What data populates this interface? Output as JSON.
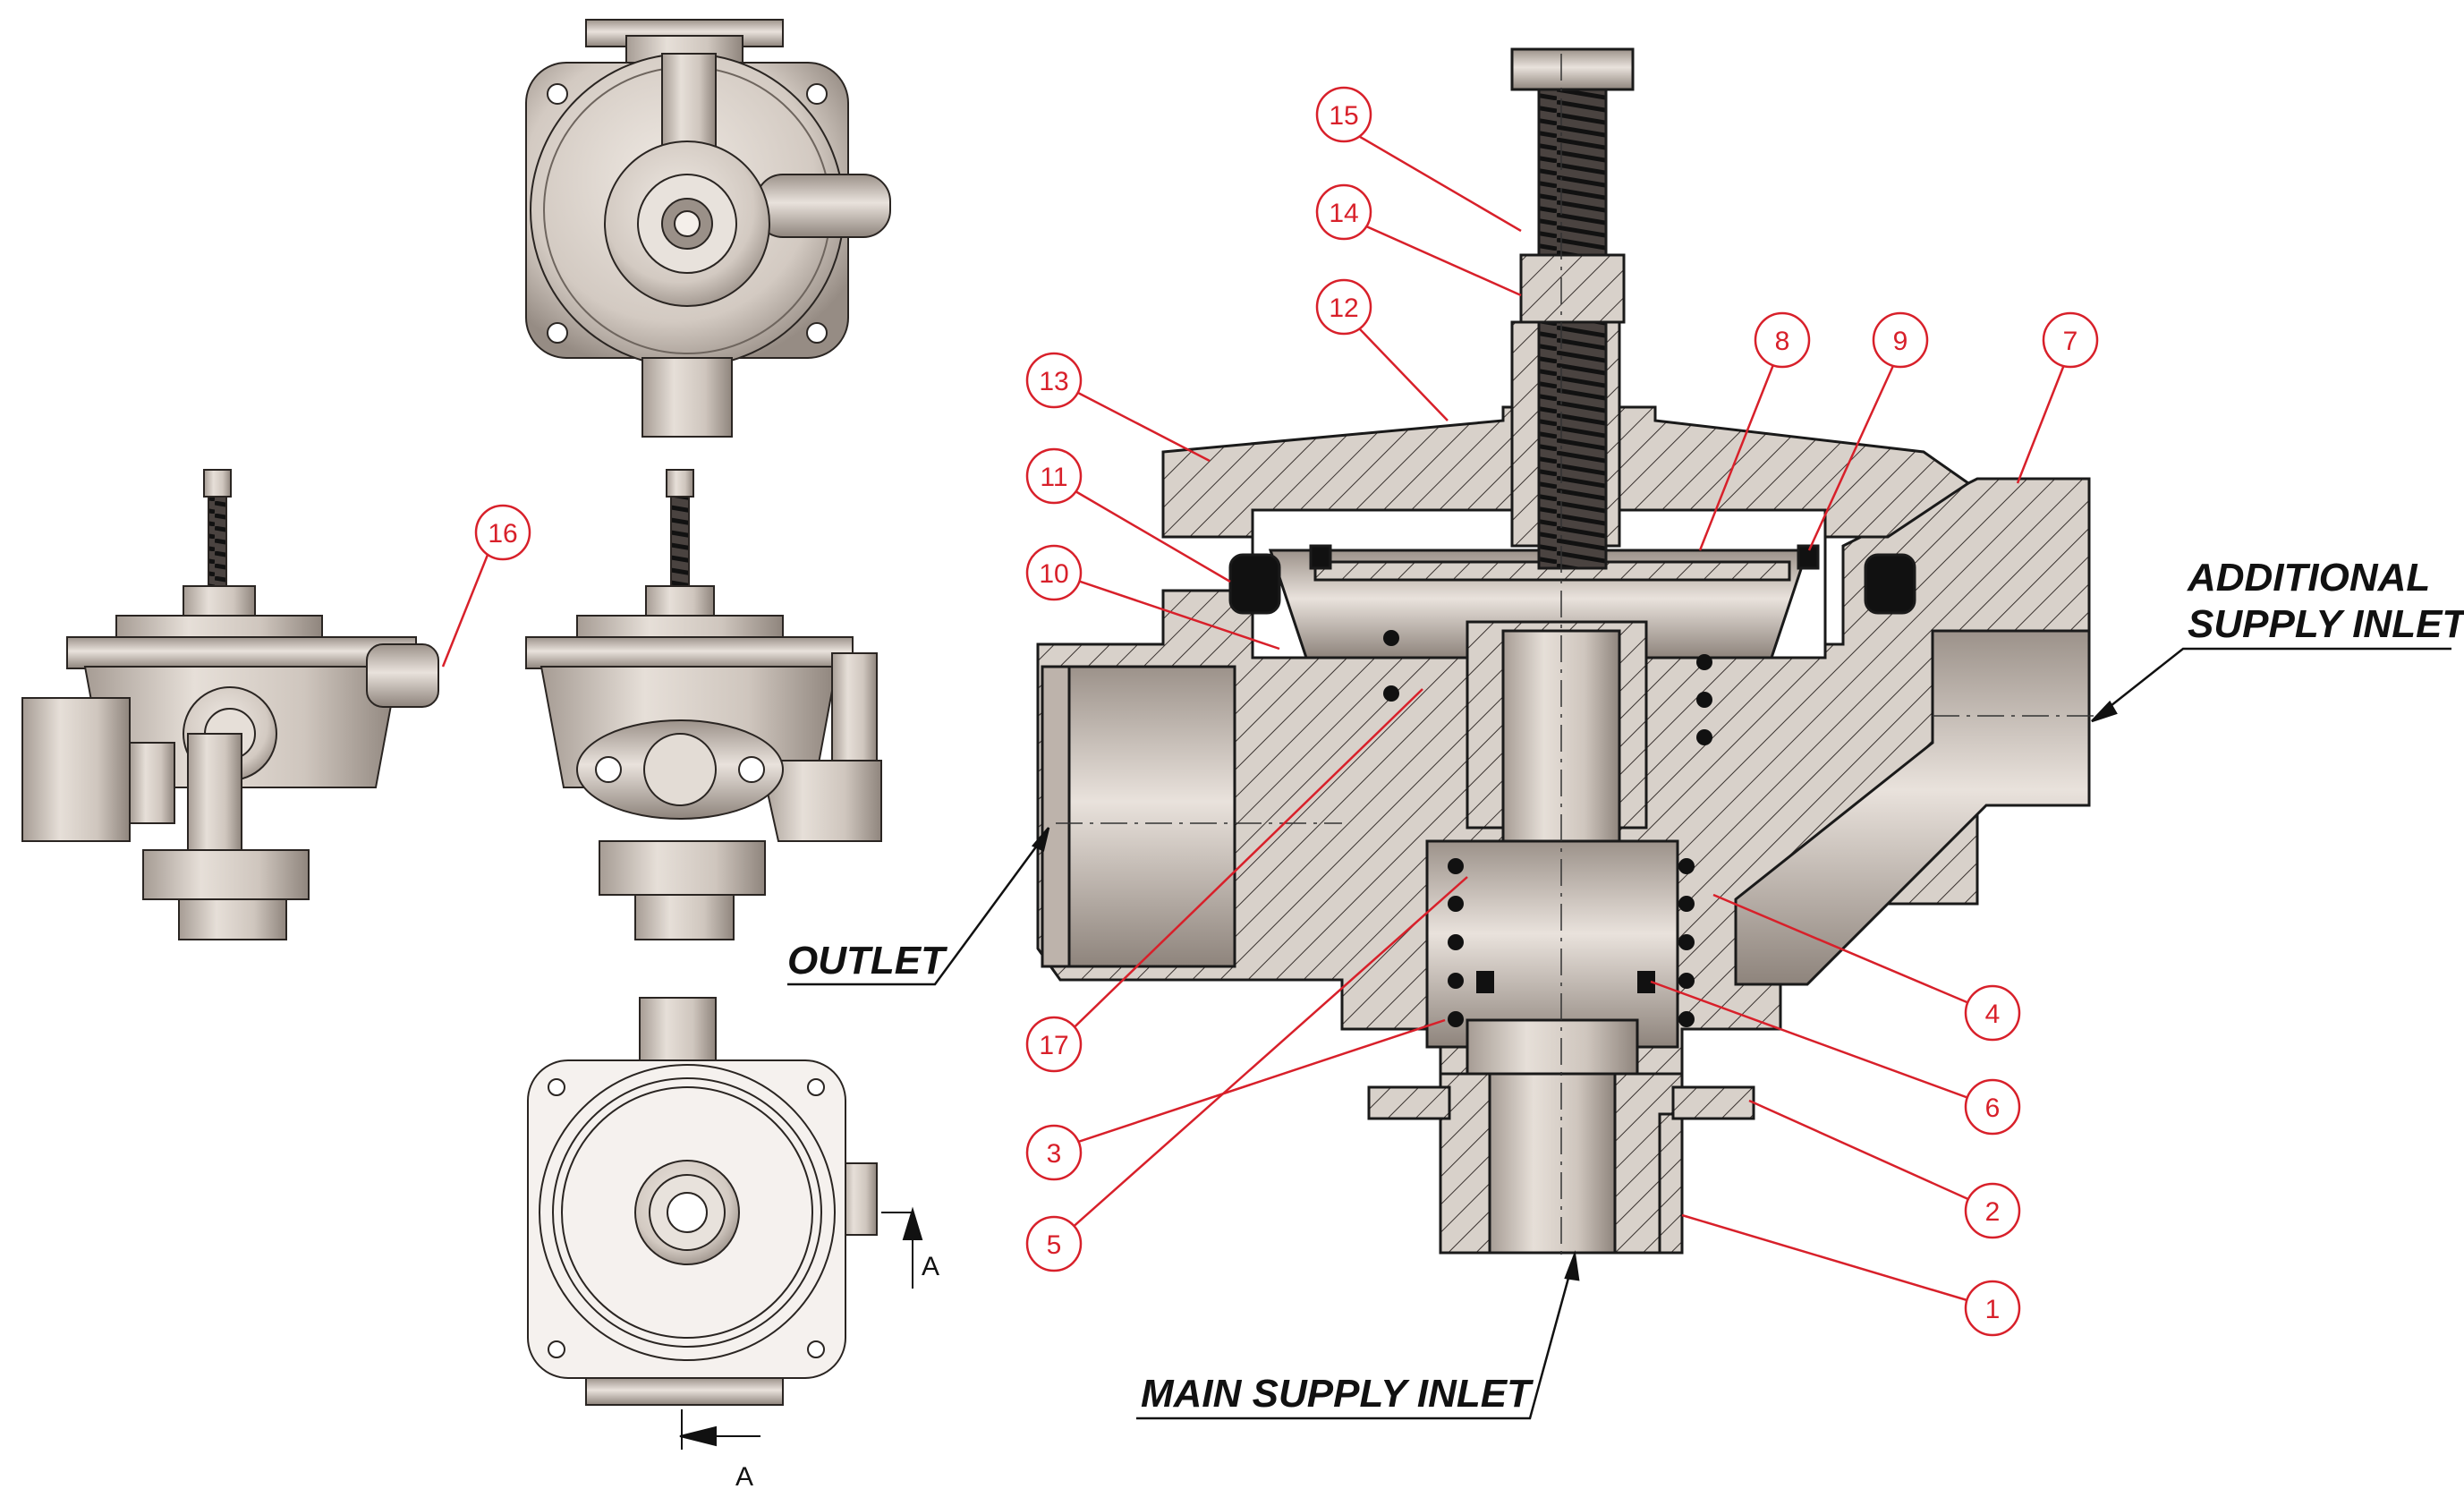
{
  "callouts": {
    "outlet": "OUTLET",
    "additional_inlet_line1": "ADDITIONAL",
    "additional_inlet_line2": "SUPPLY INLET",
    "main_inlet": "MAIN SUPPLY INLET"
  },
  "section_marks": {
    "a_right": "A",
    "a_bottom": "A"
  },
  "balloons": [
    "1",
    "2",
    "3",
    "4",
    "5",
    "6",
    "7",
    "8",
    "9",
    "10",
    "11",
    "12",
    "13",
    "14",
    "15",
    "16",
    "17"
  ],
  "colors": {
    "leader": "#d8202a",
    "body": "#d2cac3",
    "body_dark": "#8a8079",
    "outline": "#1a1a1a"
  }
}
